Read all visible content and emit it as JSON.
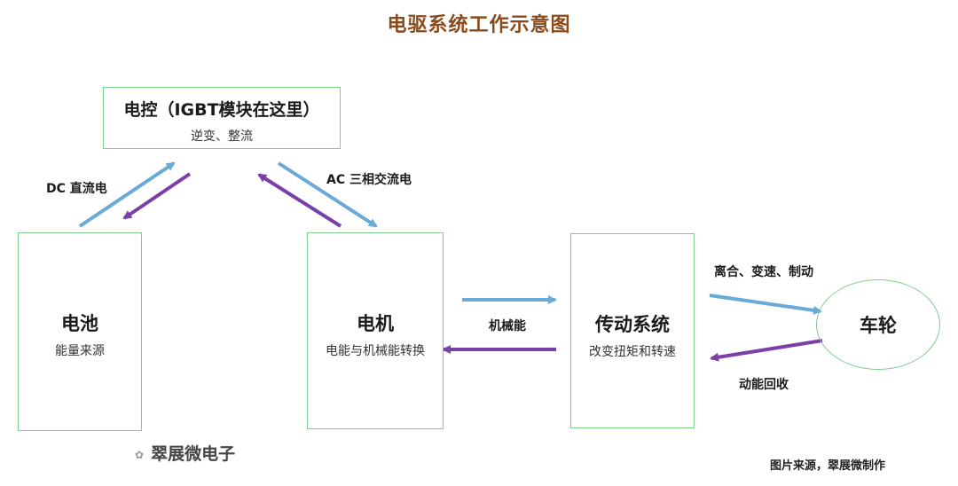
{
  "title": "电驱系统工作示意图",
  "nodes": {
    "controller": {
      "name": "电控（IGBT模块在这里）",
      "sub": "逆变、整流"
    },
    "battery": {
      "name": "电池",
      "sub": "能量来源"
    },
    "motor": {
      "name": "电机",
      "sub": "电能与机械能转换"
    },
    "transmission": {
      "name": "传动系统",
      "sub": "改变扭矩和转速"
    },
    "wheel": {
      "name": "车轮"
    }
  },
  "edge_labels": {
    "dc": "DC 直流电",
    "ac": "AC 三相交流电",
    "mechanical": "机械能",
    "clutch": "离合、变速、制动",
    "regen": "动能回收"
  },
  "watermark": "翠展微电子",
  "source": "图片来源，翠展微制作",
  "colors": {
    "forward_arrow": "#6aaad6",
    "reverse_arrow": "#7a3fa8",
    "box_border": "#7fcf8d",
    "title": "#8b4a1c"
  }
}
